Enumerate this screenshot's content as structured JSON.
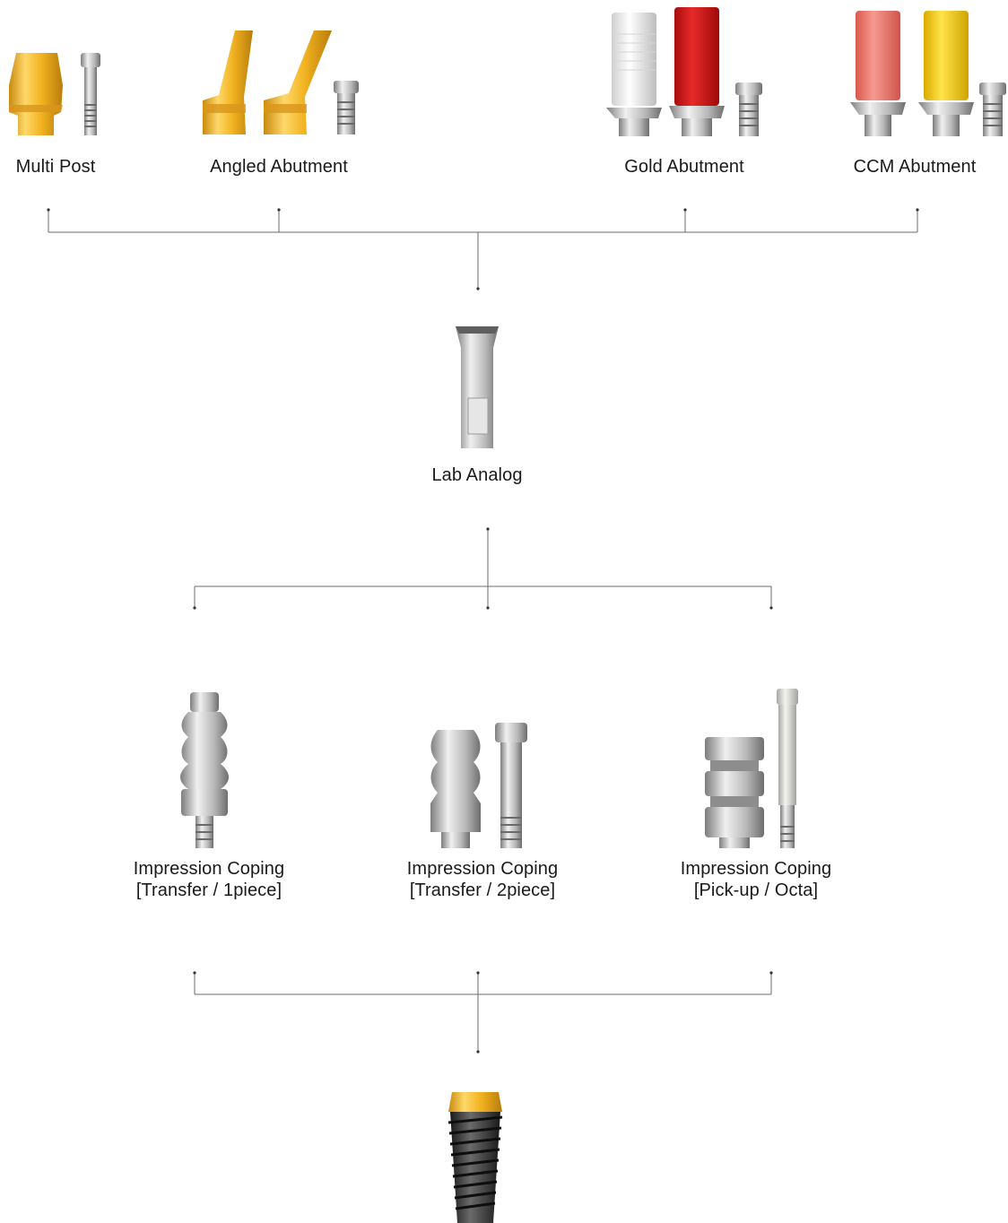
{
  "colors": {
    "connector": "#6b6b6b",
    "gold": "#f2b320",
    "gold_light": "#ffd869",
    "titanium": "#c4c4c4",
    "titanium_dark": "#7d7d7d",
    "red": "#d91a1a",
    "pink": "#ee7b70",
    "yellow": "#f3cc12",
    "implant_body": "#2f2f2f"
  },
  "top_row": {
    "items": [
      {
        "label": "Multi Post",
        "icon": "multi-post-abutment-icon"
      },
      {
        "label": "Angled Abutment",
        "icon": "angled-abutment-icon"
      },
      {
        "label": "Gold Abutment",
        "icon": "gold-abutment-icon"
      },
      {
        "label": "CCM Abutment",
        "icon": "ccm-abutment-icon"
      }
    ]
  },
  "center": {
    "label": "Lab Analog",
    "icon": "lab-analog-icon"
  },
  "impression_row": {
    "items": [
      {
        "line1": "Impression Coping",
        "line2": "[Transfer / 1piece]",
        "icon": "impression-coping-transfer-1piece-icon"
      },
      {
        "line1": "Impression Coping",
        "line2": "[Transfer / 2piece]",
        "icon": "impression-coping-transfer-2piece-icon"
      },
      {
        "line1": "Impression Coping",
        "line2": "[Pick-up / Octa]",
        "icon": "impression-coping-pickup-octa-icon"
      }
    ]
  },
  "bottom": {
    "icon": "implant-fixture-icon"
  }
}
